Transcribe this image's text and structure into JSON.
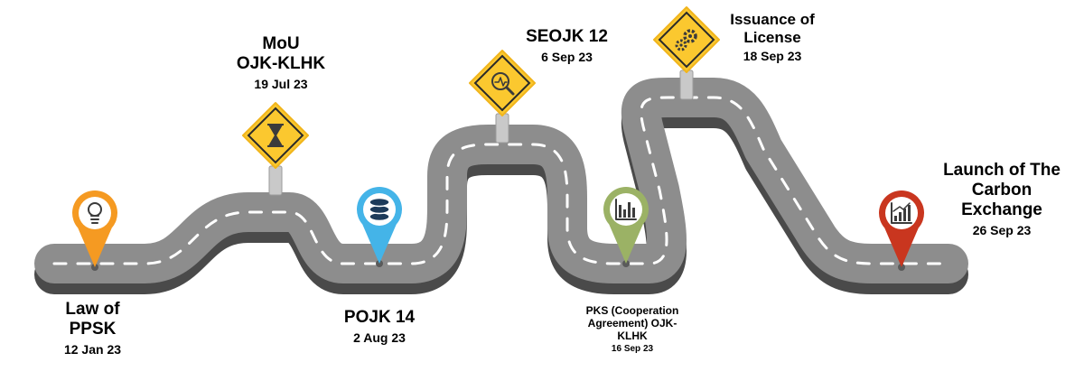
{
  "milestones": [
    {
      "title": "Law of\nPPSK",
      "date": "12 Jan 23",
      "marker": "pin",
      "color": "#f59a22",
      "icon": "lightbulb-icon"
    },
    {
      "title": "MoU\nOJK-KLHK",
      "date": "19 Jul 23",
      "marker": "sign",
      "color": "#fbc82f",
      "icon": "hourglass-icon"
    },
    {
      "title": "POJK 14",
      "date": "2 Aug 23",
      "marker": "pin",
      "color": "#44b4e8",
      "icon": "database-icon"
    },
    {
      "title": "SEOJK 12",
      "date": "6 Sep 23",
      "marker": "sign",
      "color": "#fbc82f",
      "icon": "magnifier-chart-icon"
    },
    {
      "title": "PKS (Cooperation\nAgreement) OJK-\nKLHK",
      "date": "16 Sep 23",
      "marker": "pin",
      "color": "#9bb265",
      "icon": "bar-chart-icon"
    },
    {
      "title": "Issuance of\nLicense",
      "date": "18 Sep 23",
      "marker": "sign",
      "color": "#fbc82f",
      "icon": "gears-icon"
    },
    {
      "title": "Launch of The\nCarbon\nExchange",
      "date": "26 Sep 23",
      "marker": "pin",
      "color": "#c9361f",
      "icon": "growth-chart-icon"
    }
  ]
}
